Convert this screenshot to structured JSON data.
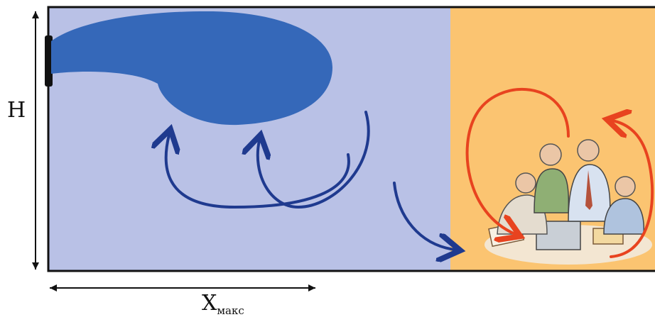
{
  "labels": {
    "height": "H",
    "xmax_main": "X",
    "xmax_sub": "макс"
  },
  "colors": {
    "room_zone": "#B9C1E6",
    "work_zone": "#FBC471",
    "jet": "#3568B9",
    "airflow_arrow": "#1F3A8F",
    "circulation_arrow": "#E8431F",
    "frame": "#111111"
  },
  "icons": [
    "air-jet-plume",
    "airflow-arrow-icon",
    "circulation-arrow-icon",
    "people-meeting-illustration",
    "air-diffuser"
  ]
}
